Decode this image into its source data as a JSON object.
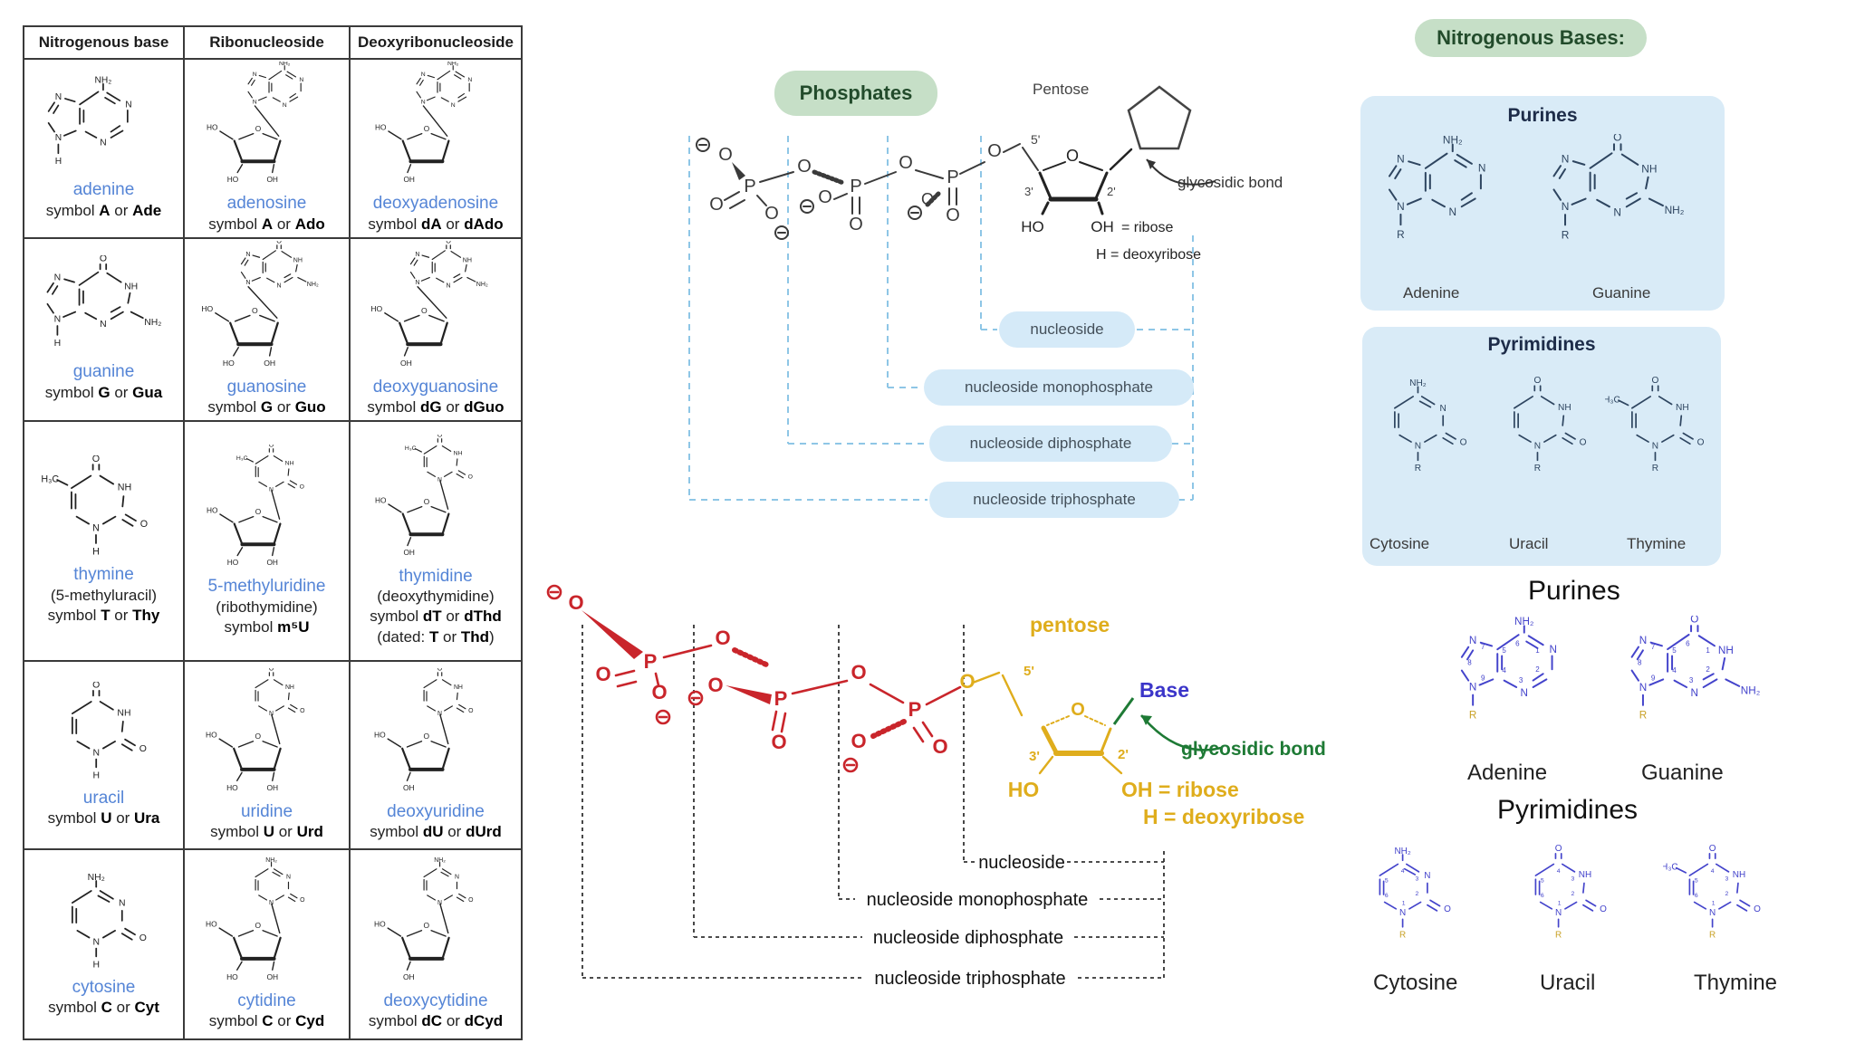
{
  "structure_atom_labels": [
    "NH₂",
    "NH",
    "N",
    "O",
    "OH",
    "HO",
    "H",
    "H₃C",
    "R",
    "P",
    "⊖"
  ],
  "table": {
    "headers": [
      "Nitrogenous base",
      "Ribonucleoside",
      "Deoxyribonucleoside"
    ],
    "rows": [
      {
        "cells": [
          {
            "name": "adenine",
            "sym": [
              {
                "v": "symbol "
              },
              {
                "b": 1,
                "v": "A"
              },
              {
                "v": " or "
              },
              {
                "b": 1,
                "v": "Ade"
              }
            ]
          },
          {
            "name": "adenosine",
            "sym": [
              {
                "v": "symbol "
              },
              {
                "b": 1,
                "v": "A"
              },
              {
                "v": " or "
              },
              {
                "b": 1,
                "v": "Ado"
              }
            ]
          },
          {
            "name": "deoxyadenosine",
            "sym": [
              {
                "v": "symbol "
              },
              {
                "b": 1,
                "v": "dA"
              },
              {
                "v": " or "
              },
              {
                "b": 1,
                "v": "dAdo"
              }
            ]
          }
        ]
      },
      {
        "cells": [
          {
            "name": "guanine",
            "sym": [
              {
                "v": "symbol "
              },
              {
                "b": 1,
                "v": "G"
              },
              {
                "v": " or "
              },
              {
                "b": 1,
                "v": "Gua"
              }
            ]
          },
          {
            "name": "guanosine",
            "sym": [
              {
                "v": "symbol "
              },
              {
                "b": 1,
                "v": "G"
              },
              {
                "v": " or "
              },
              {
                "b": 1,
                "v": "Guo"
              }
            ]
          },
          {
            "name": "deoxyguanosine",
            "sym": [
              {
                "v": "symbol "
              },
              {
                "b": 1,
                "v": "dG"
              },
              {
                "v": " or "
              },
              {
                "b": 1,
                "v": "dGuo"
              }
            ]
          }
        ]
      },
      {
        "cells": [
          {
            "name": "thymine",
            "sub": "(5-methyluracil)",
            "sym": [
              {
                "v": "symbol "
              },
              {
                "b": 1,
                "v": "T"
              },
              {
                "v": " or "
              },
              {
                "b": 1,
                "v": "Thy"
              }
            ]
          },
          {
            "name": "5-methyluridine",
            "sub": "(ribothymidine)",
            "sym": [
              {
                "v": "symbol "
              },
              {
                "b": 1,
                "v": "m⁵U"
              }
            ]
          },
          {
            "name": "thymidine",
            "sub": "(deoxythymidine)",
            "sym": [
              {
                "v": "symbol "
              },
              {
                "b": 1,
                "v": "dT"
              },
              {
                "v": " or "
              },
              {
                "b": 1,
                "v": "dThd"
              }
            ],
            "sym2": [
              {
                "v": "(dated: "
              },
              {
                "b": 1,
                "v": "T"
              },
              {
                "v": " or "
              },
              {
                "b": 1,
                "v": "Thd"
              },
              {
                "v": ")"
              }
            ]
          }
        ]
      },
      {
        "cells": [
          {
            "name": "uracil",
            "sym": [
              {
                "v": "symbol "
              },
              {
                "b": 1,
                "v": "U"
              },
              {
                "v": " or "
              },
              {
                "b": 1,
                "v": "Ura"
              }
            ]
          },
          {
            "name": "uridine",
            "sym": [
              {
                "v": "symbol "
              },
              {
                "b": 1,
                "v": "U"
              },
              {
                "v": " or "
              },
              {
                "b": 1,
                "v": "Urd"
              }
            ]
          },
          {
            "name": "deoxyuridine",
            "sym": [
              {
                "v": "symbol "
              },
              {
                "b": 1,
                "v": "dU"
              },
              {
                "v": " or "
              },
              {
                "b": 1,
                "v": "dUrd"
              }
            ]
          }
        ]
      },
      {
        "cells": [
          {
            "name": "cytosine",
            "sym": [
              {
                "v": "symbol "
              },
              {
                "b": 1,
                "v": "C"
              },
              {
                "v": " or "
              },
              {
                "b": 1,
                "v": "Cyt"
              }
            ]
          },
          {
            "name": "cytidine",
            "sym": [
              {
                "v": "symbol "
              },
              {
                "b": 1,
                "v": "C"
              },
              {
                "v": " or "
              },
              {
                "b": 1,
                "v": "Cyd"
              }
            ]
          },
          {
            "name": "deoxycytidine",
            "sym": [
              {
                "v": "symbol "
              },
              {
                "b": 1,
                "v": "dC"
              },
              {
                "v": " or "
              },
              {
                "b": 1,
                "v": "dCyd"
              }
            ]
          }
        ]
      }
    ]
  },
  "top_diagram": {
    "badge": "Phosphates",
    "pentose": "Pentose",
    "glycosidic": "glycosidic bond",
    "p5": "5'",
    "p3": "3'",
    "p2": "2'",
    "ho": "HO",
    "oh": "OH",
    "eq_ribose": "= ribose",
    "eq_deoxy": "H = deoxyribose",
    "pills": [
      "nucleoside",
      "nucleoside monophosphate",
      "nucleoside diphosphate",
      "nucleoside triphosphate"
    ]
  },
  "bottom_diagram": {
    "pentose": "pentose",
    "base": "Base",
    "glycosidic": "glycosidic bond",
    "p5": "5'",
    "p3": "3'",
    "p2": "2'",
    "ho": "HO",
    "eq_ribose": "OH = ribose",
    "eq_deoxy": "H = deoxyribose",
    "labels": [
      "nucleoside",
      "nucleoside monophosphate",
      "nucleoside diphosphate",
      "nucleoside triphosphate"
    ]
  },
  "bases_panel": {
    "title": "Nitrogenous Bases:",
    "purines": {
      "title": "Purines",
      "names": [
        "Adenine",
        "Guanine"
      ]
    },
    "pyrimidines": {
      "title": "Pyrimidines",
      "names": [
        "Cytosine",
        "Uracil",
        "Thymine"
      ]
    }
  },
  "numbered_panel": {
    "purines_title": "Purines",
    "purine_names": [
      "Adenine",
      "Guanine"
    ],
    "pyrimidines_title": "Pyrimidines",
    "pyrimidine_names": [
      "Cytosine",
      "Uracil",
      "Thymine"
    ]
  },
  "colors": {
    "accent_green_bg": "#c6dfc7",
    "accent_green_text": "#224b2b",
    "pill_blue_bg": "#d5eaf8",
    "panel_blue_bg": "#d9ebf7",
    "dash_blue": "#8ec6e6",
    "name_blue": "#5585d6",
    "phosphate_red": "#c9252b",
    "sugar_gold": "#dfad1c",
    "base_blue": "#3b35c9",
    "bond_green": "#1e7a35",
    "struct_navy": "#2e4560",
    "struct_blue": "#4343cb",
    "r_gold": "#c9a227"
  }
}
